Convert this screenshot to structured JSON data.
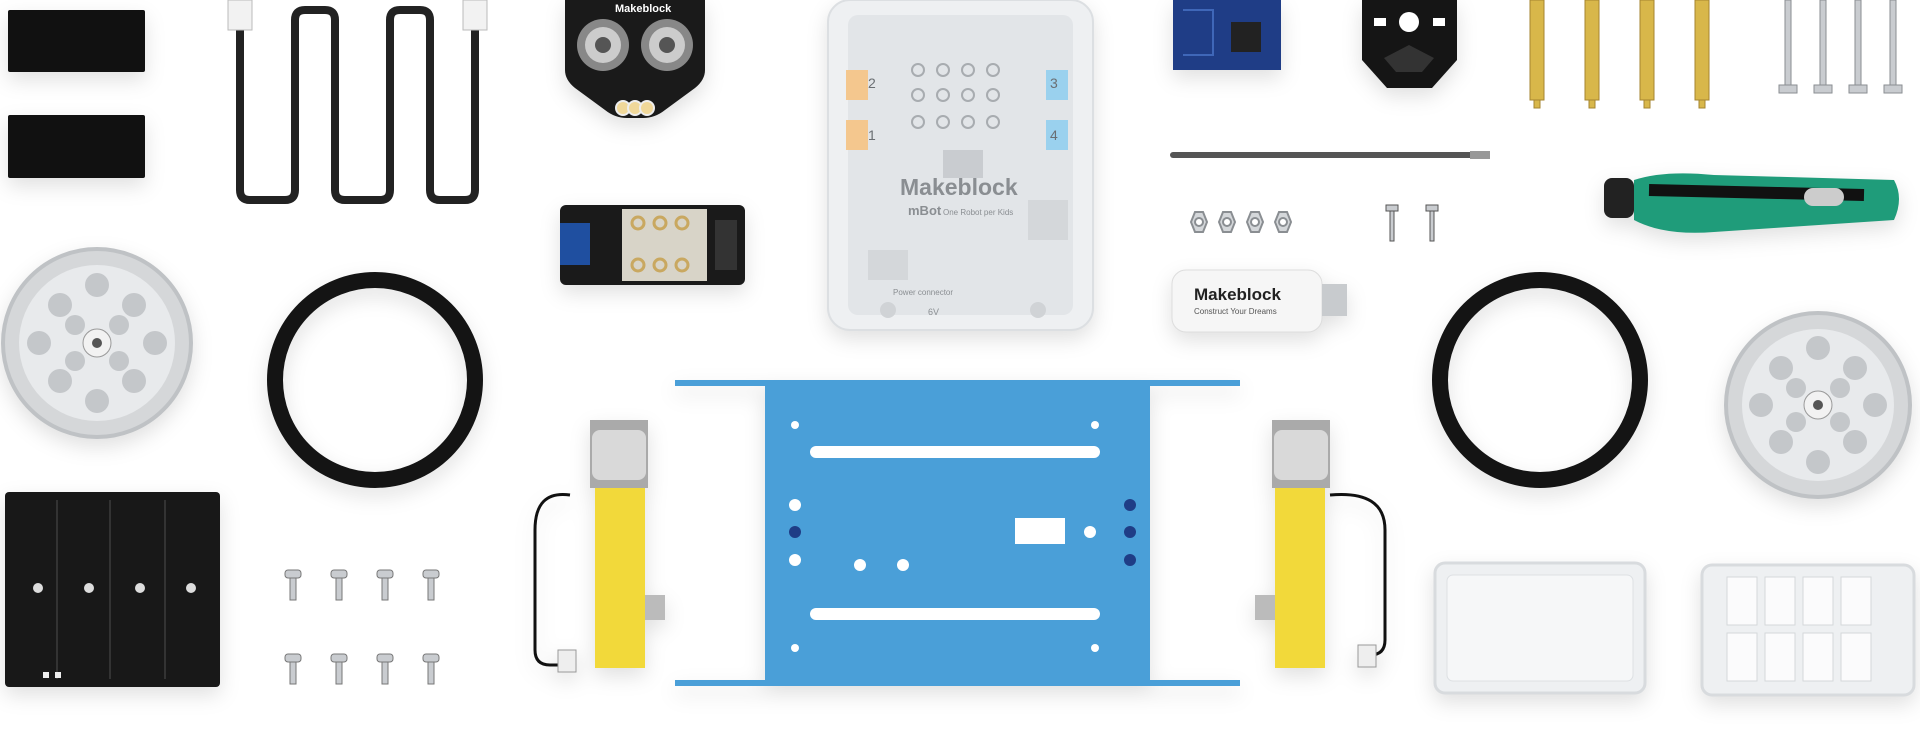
{
  "kit": {
    "ultrasonic_brand": "Makeblock",
    "board_brand": "Makeblock",
    "board_model": "mBot",
    "board_tagline": "One Robot per Kids",
    "board_port_1": "1",
    "board_port_2": "2",
    "board_port_3": "3",
    "board_port_4": "4",
    "board_voltage": "6V",
    "board_power_label": "Power connector",
    "dongle_brand": "Makeblock",
    "dongle_tagline": "Construct Your Dreams"
  },
  "colors": {
    "chassis": "#4a9fd8",
    "motor": "#f2d93a",
    "screwdriver_grip": "#1f9c7a",
    "spacer": "#d8b74a",
    "board_port_blue": "#9ad1ee",
    "board_port_orange": "#f4c78e"
  }
}
